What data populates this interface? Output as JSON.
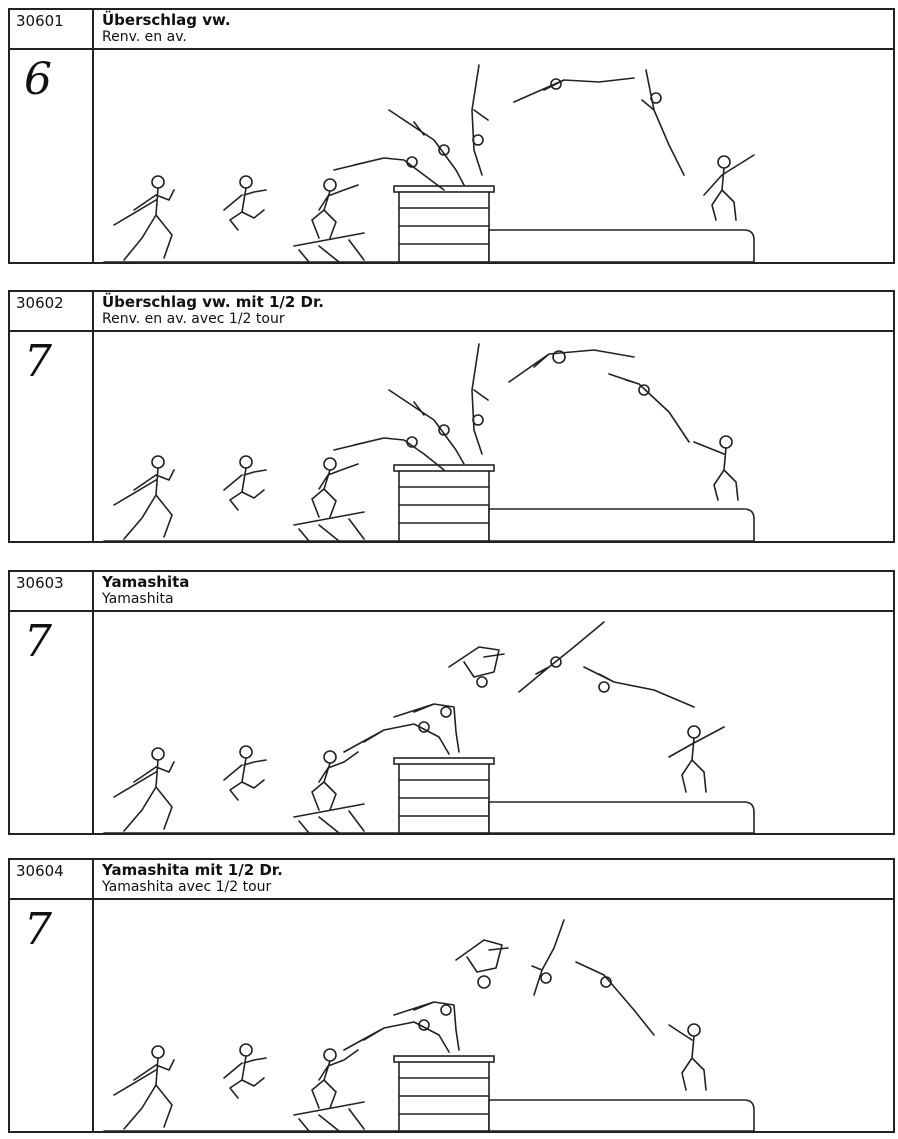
{
  "elements": [
    {
      "code": "30601",
      "name_de": "Überschlag vw.",
      "name_fr": "Renv. en av.",
      "value": "6"
    },
    {
      "code": "30602",
      "name_de": "Überschlag vw. mit 1/2 Dr.",
      "name_fr": "Renv. en av. avec 1/2 tour",
      "value": "7"
    },
    {
      "code": "30603",
      "name_de": "Yamashita",
      "name_fr": "Yamashita",
      "value": "7"
    },
    {
      "code": "30604",
      "name_de": "Yamashita mit 1/2 Dr.",
      "name_fr": "Yamashita avec 1/2 tour",
      "value": "7"
    }
  ],
  "icons": {
    "scene": "vault-sequence-illustration"
  }
}
